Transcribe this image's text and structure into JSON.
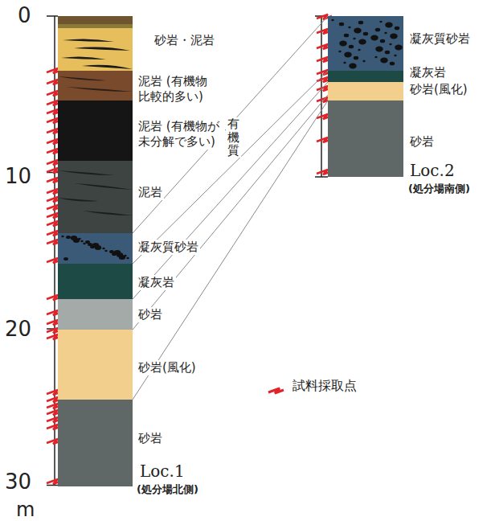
{
  "diagram": {
    "nodes": [
      {
        "text": [
          "砂岩・泥岩"
        ]
      },
      {
        "text": [
          "泥岩 (有機物 比較的多い)"
        ]
      },
      {
        "text": [
          "泥岩 (有機物が 未分解で多い)"
        ]
      },
      {
        "text": [
          "泥岩"
        ]
      },
      {
        "text": [
          "凝灰質砂岩"
        ]
      },
      {
        "text": [
          "凝灰岩"
        ]
      },
      {
        "text": [
          "砂岩"
        ]
      },
      {
        "text": [
          "砂岩(風化)"
        ]
      },
      {
        "text": [
          "砂岩"
        ]
      },
      {
        "text": [
          "凝灰質砂岩"
        ]
      },
      {
        "text": [
          "凝灰岩"
        ]
      },
      {
        "text": [
          "砂岩(風化)"
        ]
      },
      {
        "text": [
          "砂岩"
        ]
      }
    ],
    "edges": [
      {
        "from": 4,
        "to": 9,
        "arrow": "none"
      },
      {
        "from": 5,
        "to": 10,
        "arrow": "none"
      },
      {
        "from": 6,
        "to": 11,
        "arrow": "none"
      },
      {
        "from": 7,
        "to": 11,
        "arrow": "none"
      },
      {
        "from": 8,
        "to": 12,
        "arrow": "none"
      }
    ],
    "labels": [
      "0",
      "10",
      "20",
      "30",
      "m",
      "有機質",
      "Loc.1",
      "(処分場北側)",
      "Loc.2",
      "(処分場南側)"
    ],
    "legend": [
      {
        "text": "試料採取点"
      }
    ]
  }
}
